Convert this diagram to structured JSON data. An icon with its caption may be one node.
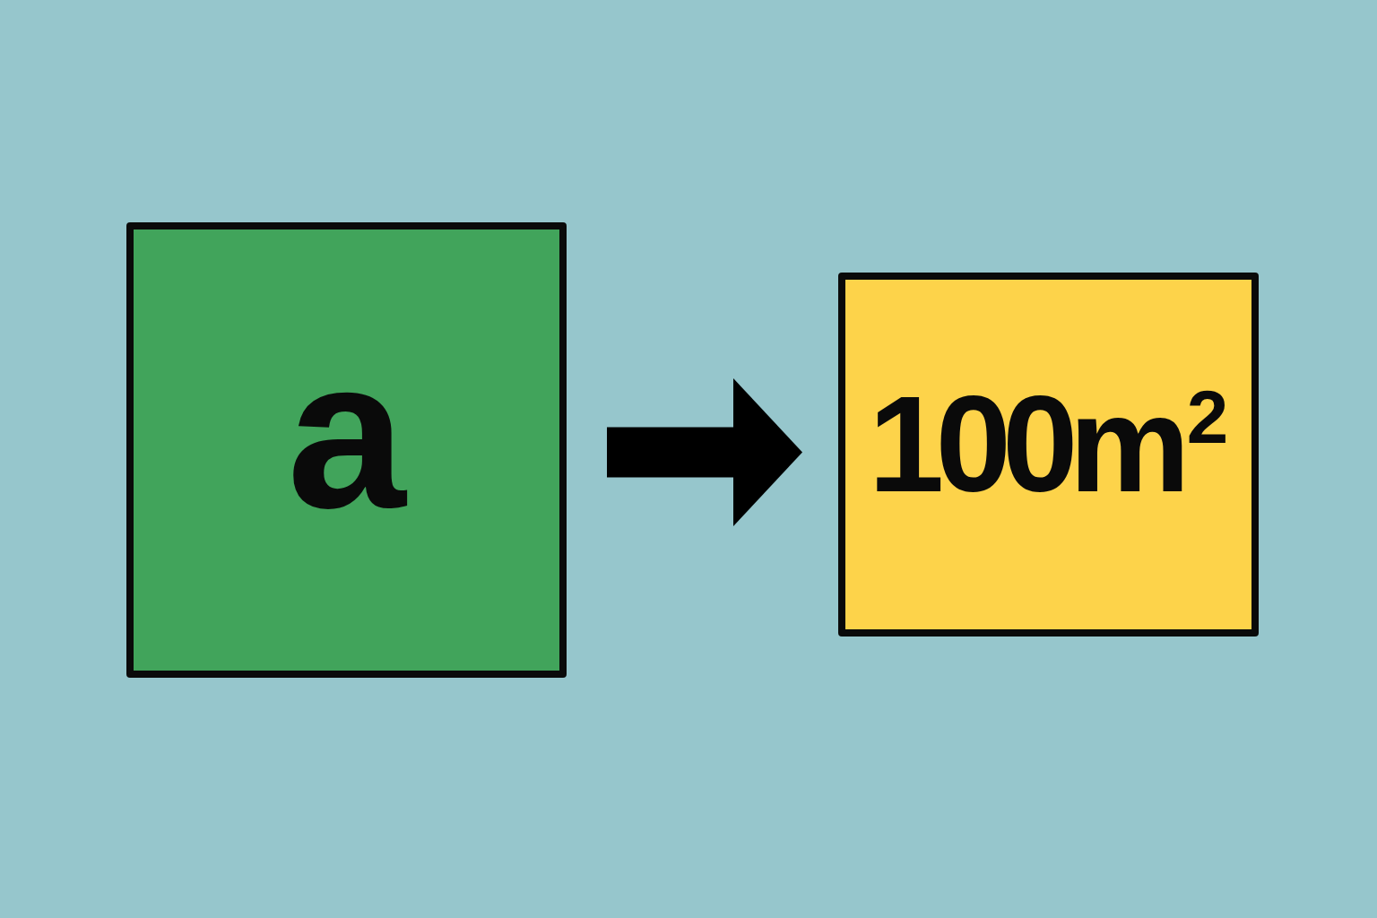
{
  "diagram": {
    "nodes": [
      {
        "text": [
          "a"
        ]
      },
      {
        "text": [
          "100m$^{2}$"
        ]
      }
    ],
    "edges": [
      {
        "from": 0,
        "to": 1,
        "arrow": "to"
      }
    ]
  }
}
